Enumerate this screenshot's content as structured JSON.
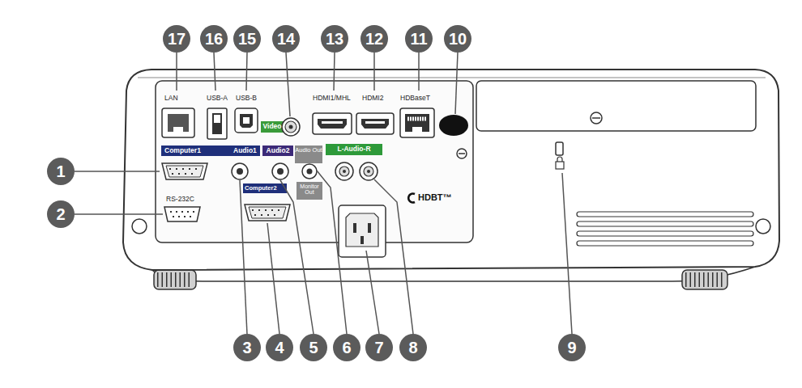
{
  "diagram": {
    "labels": [
      "17",
      "16",
      "15",
      "14",
      "13",
      "12",
      "11",
      "10",
      "LAN",
      "USB-A",
      "USB-B",
      "Video",
      "HDMI1/MHL",
      "HDMI2",
      "HDBaseT",
      "Computer1",
      "Audio1",
      "Audio2",
      "Audio Out",
      "L-Audio-R",
      "HDBT™",
      "RS-232C",
      "Computer2",
      "Monitor Out",
      "1",
      "2",
      "3",
      "4",
      "5",
      "6",
      "7",
      "8",
      "9"
    ]
  }
}
